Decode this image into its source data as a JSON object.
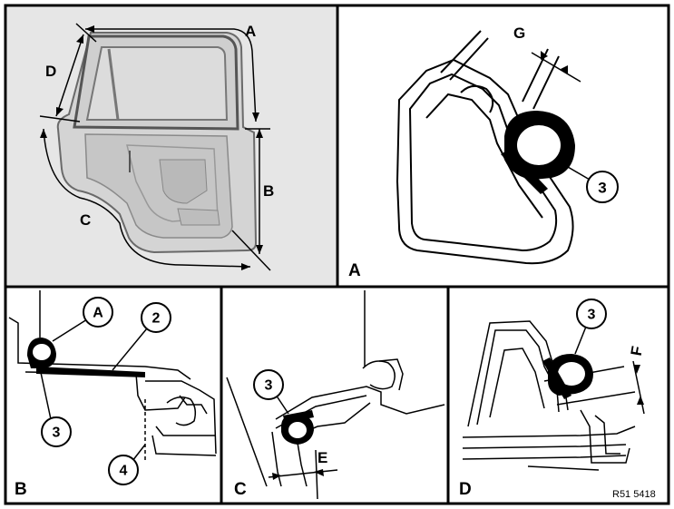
{
  "panels": {
    "top_left": {
      "labels": {
        "A": "A",
        "B": "B",
        "C": "C",
        "D": "D"
      }
    },
    "top_right": {
      "panel_label": "A",
      "dimension_label": "G",
      "callout": "3"
    },
    "bottom_left": {
      "panel_label": "B",
      "callouts": [
        "A",
        "2",
        "3",
        "4"
      ]
    },
    "bottom_middle": {
      "panel_label": "C",
      "dimension_label": "E",
      "callout": "3"
    },
    "bottom_right": {
      "panel_label": "D",
      "dimension_label": "F",
      "callout": "3"
    }
  },
  "reference_code": "R51 5418"
}
